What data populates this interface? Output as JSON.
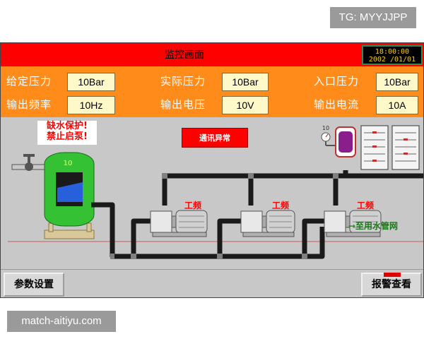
{
  "watermarks": {
    "top": "TG: MYYJJPP",
    "bottom": "match-aitiyu.com"
  },
  "header": {
    "title": "监控画面",
    "clock": {
      "time": "18:00:00",
      "date": "2002 /01/01"
    }
  },
  "params": {
    "set_pressure": {
      "label": "给定压力",
      "value": "10Bar"
    },
    "actual_pressure": {
      "label": "实际压力",
      "value": "10Bar"
    },
    "inlet_pressure": {
      "label": "入口压力",
      "value": "10Bar"
    },
    "output_frequency": {
      "label": "输出频率",
      "value": "10Hz"
    },
    "output_voltage": {
      "label": "输出电压",
      "value": "10V"
    },
    "output_current": {
      "label": "输出电流",
      "value": "10A"
    }
  },
  "diagram": {
    "water_shortage_alarm": [
      "缺水保护!",
      "禁止启泵!"
    ],
    "comm_fault": "通讯异常",
    "tank_level": "10",
    "gauge_value": "10",
    "pumps": [
      {
        "mode": "工频"
      },
      {
        "mode": "工频"
      },
      {
        "mode": "工频"
      }
    ],
    "pipe_network_label": "→至用水管网"
  },
  "buttons": {
    "params": "参数设置",
    "alarm": "报警查看"
  },
  "colors": {
    "title_bar": "#ff0000",
    "param_panel": "#ff8c1a",
    "pipe": "#1a1a1a",
    "tank": "#34c234",
    "alarm": "#ff0000"
  }
}
